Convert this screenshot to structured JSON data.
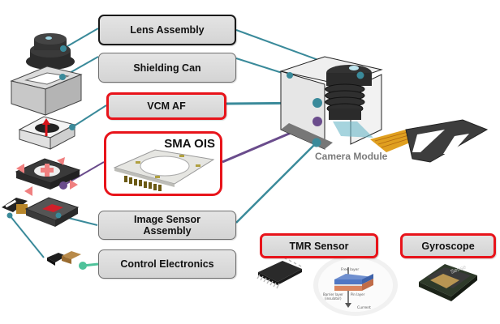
{
  "components": {
    "lens_assembly": "Lens Assembly",
    "shielding_can": "Shielding Can",
    "vcm_af": "VCM AF",
    "sma_ois": "SMA OIS",
    "image_sensor_line1": "Image Sensor",
    "image_sensor_line2": "Assembly",
    "control_electronics": "Control Electronics",
    "camera_module": "Camera Module",
    "tmr_sensor": "TMR Sensor",
    "gyroscope": "Gyroscope"
  },
  "tmr_diagram": {
    "free_layer": "Free layer",
    "barrier_layer_line1": "Barrier layer",
    "barrier_layer_line2": "(insulator)",
    "pin_layer": "Pin layer",
    "current": "Current"
  },
  "gyroscope_chip_mark": "Sense",
  "colors": {
    "highlight_red": "#e8141b",
    "connector_teal": "#3a8a9a",
    "connector_purple": "#6a4c8c",
    "connector_green": "#4fc29a"
  }
}
